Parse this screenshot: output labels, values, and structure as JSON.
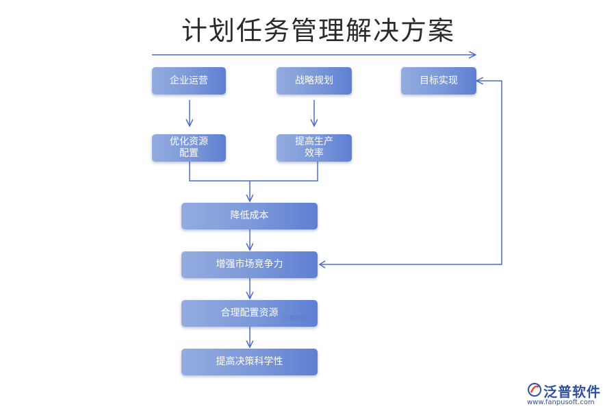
{
  "title": "计划任务管理解决方案",
  "nodes": {
    "enterprise_ops": "企业运营",
    "strategy_plan": "战略规划",
    "goal_achieve": "目标实现",
    "optimize_resources": "优化资源\n配置",
    "improve_efficiency": "提高生产\n效率",
    "reduce_cost": "降低成本",
    "enhance_competitiveness": "增强市场竞争力",
    "allocate_resources": "合理配置资源",
    "improve_decisions": "提高决策科学性"
  },
  "watermark": "泛普软件",
  "logo": {
    "name": "泛普软件",
    "url": "www.fanpusoft.com"
  },
  "colors": {
    "line": "#4a6cc8",
    "node_start": "#94acdf",
    "node_end": "#5e7fd3",
    "brand": "#2f4f9f",
    "logo_accent": "#e8472f"
  }
}
